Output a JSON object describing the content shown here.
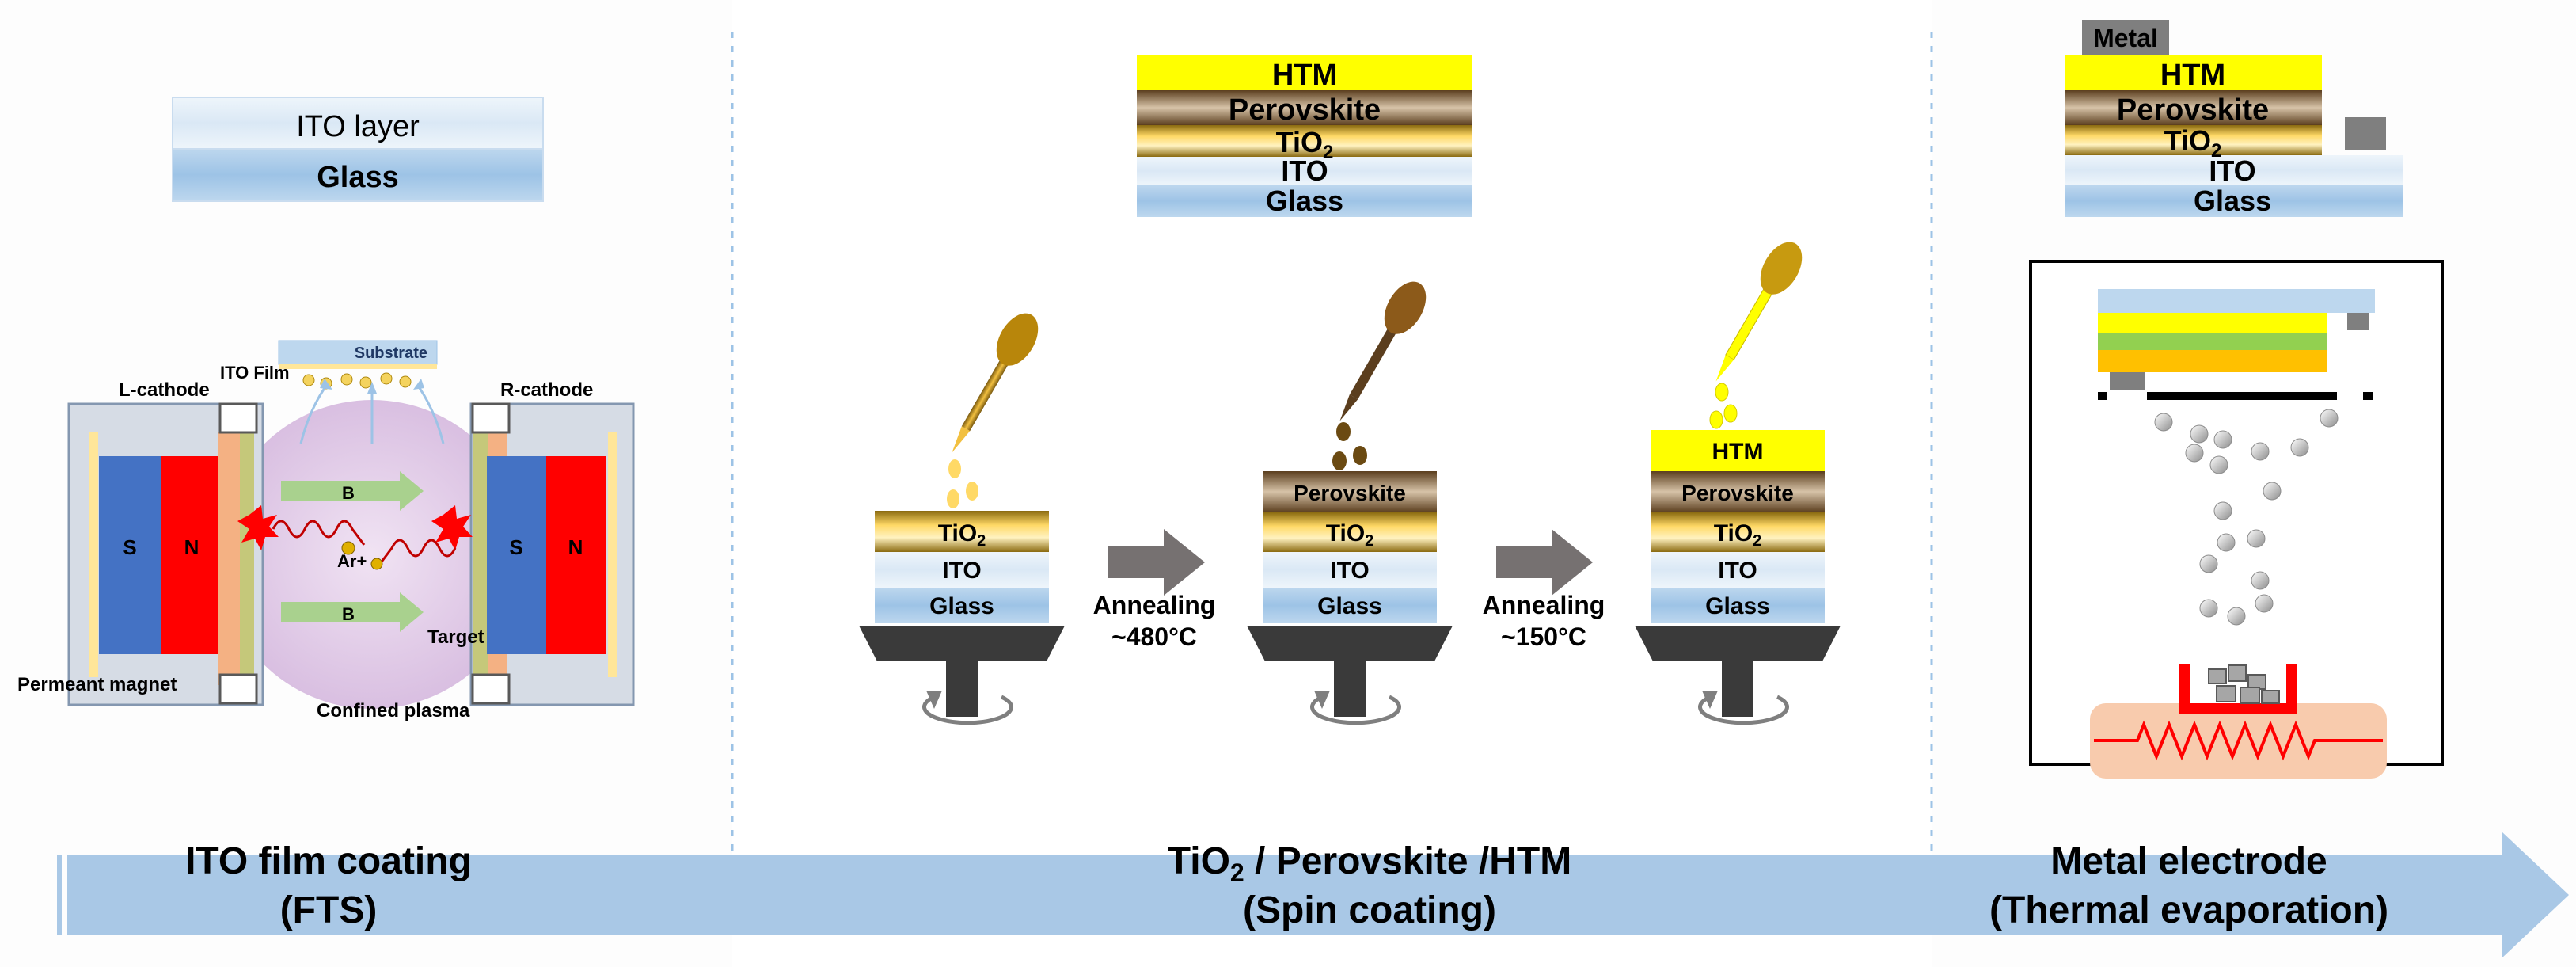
{
  "sections": {
    "ito": {
      "stack": {
        "top": "ITO layer",
        "bottom": "Glass"
      },
      "sputter": {
        "substrate": "Substrate",
        "ito_film": "ITO Film",
        "l_cathode": "L-cathode",
        "r_cathode": "R-cathode",
        "pole_s": "S",
        "pole_n": "N",
        "field": "B",
        "ion": "Ar+",
        "target": "Target",
        "magnet": "Permeant magnet",
        "plasma": "Confined plasma"
      },
      "caption_line1": "ITO film coating",
      "caption_line2": "(FTS)"
    },
    "spin": {
      "stack": [
        "HTM",
        "Perovskite",
        "TiO",
        "2",
        "ITO",
        "Glass"
      ],
      "steps": {
        "htm": "HTM",
        "perovskite": "Perovskite",
        "tio2_base": "TiO",
        "tio2_sub": "2",
        "ito": "ITO",
        "glass": "Glass"
      },
      "anneal1": {
        "label": "Annealing",
        "temp": "~480°C"
      },
      "anneal2": {
        "label": "Annealing",
        "temp": "~150°C"
      },
      "caption_line1_a": "TiO",
      "caption_line1_sub": "2",
      "caption_line1_b": " / Perovskite /HTM",
      "caption_line2": "(Spin coating)"
    },
    "metal": {
      "stack": [
        "Metal",
        "HTM",
        "Perovskite",
        "TiO",
        "2",
        "ITO",
        "Glass"
      ],
      "caption_line1": "Metal electrode",
      "caption_line2": "(Thermal evaporation)"
    }
  },
  "colors": {
    "arrow": "#a9c8e6",
    "htm": "#ffff00",
    "glass": "#9dc3e6",
    "ito": "#deebf7",
    "magnet_s": "#4472c4",
    "magnet_n": "#ff0000",
    "metal": "#7f7f7f",
    "heater": "#f8cbad",
    "divider": "#9dc3e6"
  },
  "icons": [
    "dropper-icon",
    "rotation-arrow-icon",
    "spin-chuck-icon",
    "crucible-icon",
    "heater-coil-icon",
    "spark-icon",
    "ion-spiral-icon"
  ]
}
